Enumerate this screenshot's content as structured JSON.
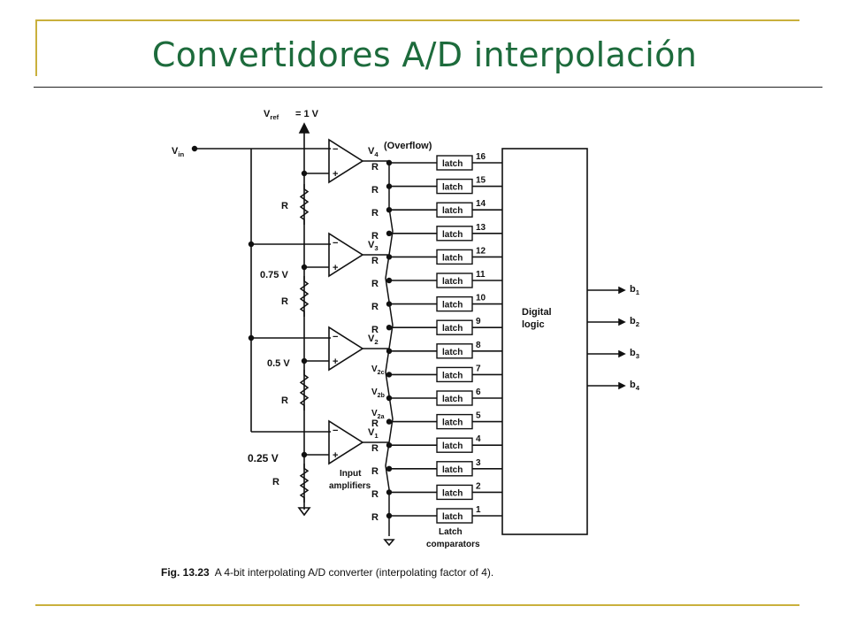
{
  "slide": {
    "title": "Convertidores A/D interpolación"
  },
  "diagram": {
    "vref_label": "V",
    "vref_sub": "ref",
    "vref_value": "= 1 V",
    "vin_label": "V",
    "vin_sub": "in",
    "overflow_label": "(Overflow)",
    "amp_outputs": [
      {
        "main": "V",
        "sub": "4"
      },
      {
        "main": "V",
        "sub": "3"
      },
      {
        "main": "V",
        "sub": "2"
      },
      {
        "main": "V",
        "sub": "1"
      }
    ],
    "ref_voltages": [
      "0.75 V",
      "0.5 V",
      "0.25 V"
    ],
    "resistor_label": "R",
    "interp_labels": [
      {
        "main": "V",
        "sub": "2c"
      },
      {
        "main": "V",
        "sub": "2b"
      },
      {
        "main": "V",
        "sub": "2a"
      }
    ],
    "latch_label": "latch",
    "latch_numbers": [
      "16",
      "15",
      "14",
      "13",
      "12",
      "11",
      "10",
      "9",
      "8",
      "7",
      "6",
      "5",
      "4",
      "3",
      "2",
      "1"
    ],
    "digital_logic": [
      "Digital",
      "logic"
    ],
    "outputs": [
      {
        "main": "b",
        "sub": "1"
      },
      {
        "main": "b",
        "sub": "2"
      },
      {
        "main": "b",
        "sub": "3"
      },
      {
        "main": "b",
        "sub": "4"
      }
    ],
    "input_amplifiers": [
      "Input",
      "amplifiers"
    ],
    "latch_comparators": [
      "Latch",
      "comparators"
    ]
  },
  "caption": {
    "fig": "Fig. 13.23",
    "text": "A 4-bit interpolating A/D converter (interpolating factor of 4)."
  }
}
